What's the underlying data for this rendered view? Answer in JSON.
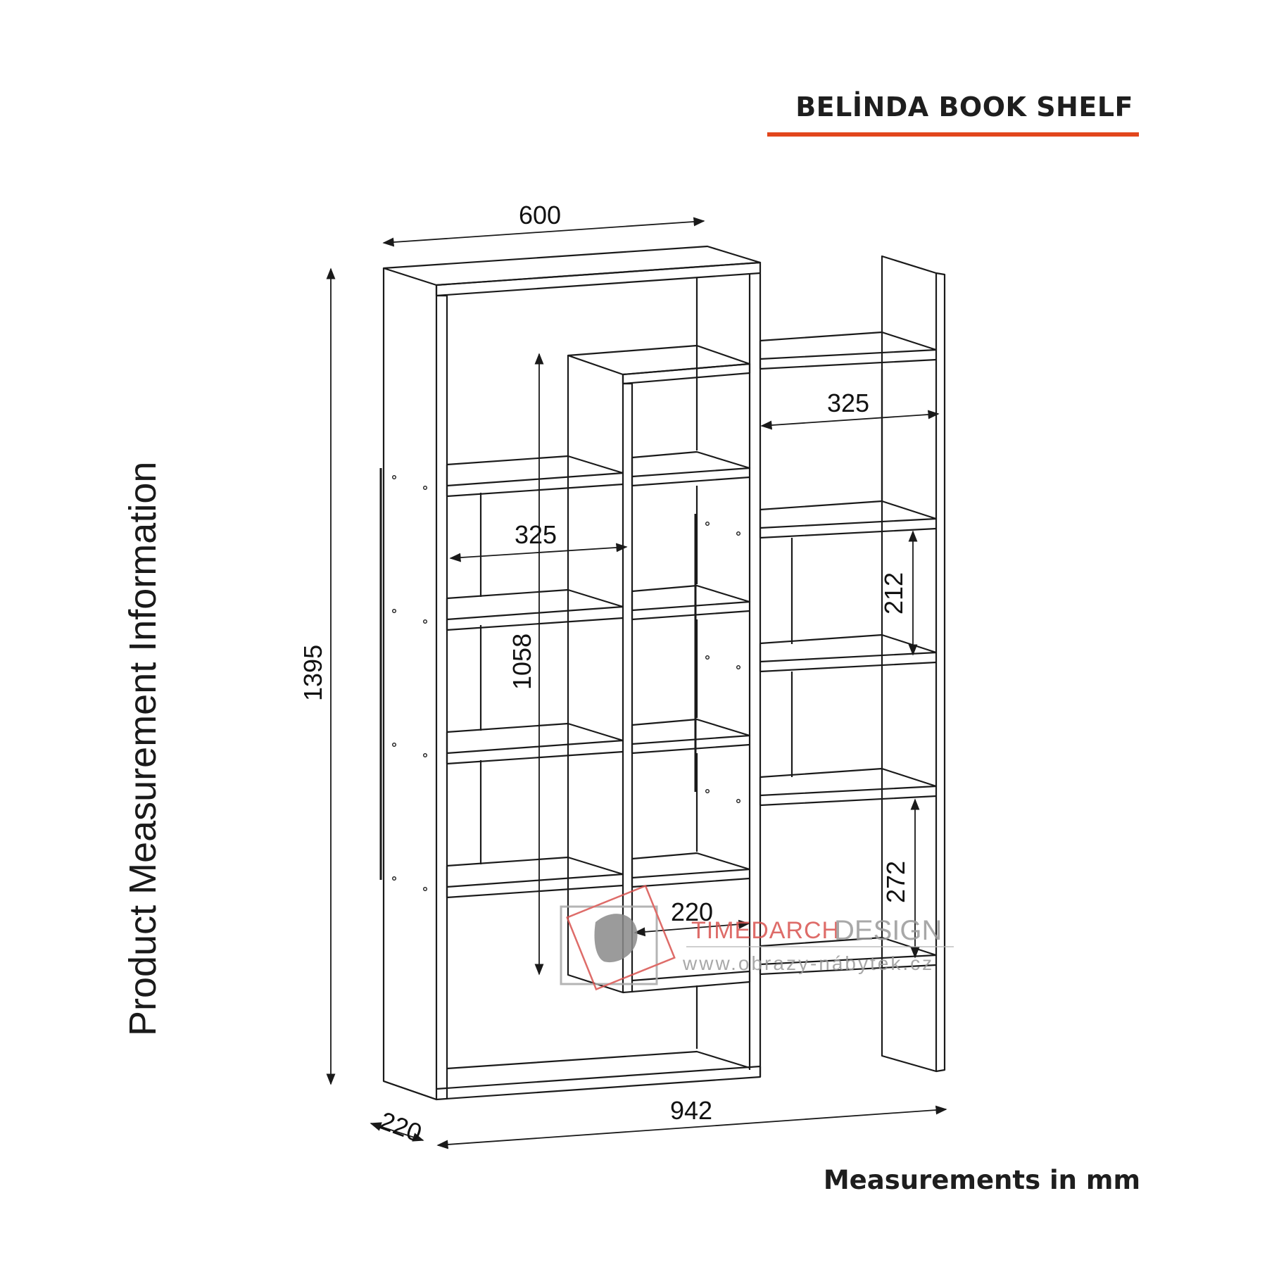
{
  "product": {
    "title": "BELİNDA BOOK SHELF",
    "side_label": "Product Measurement Information",
    "units_note": "Measurements in mm"
  },
  "dimensions": {
    "total_width": "942",
    "main_width": "600",
    "total_height": "1395",
    "middle_height": "1058",
    "depth": "220",
    "middle_depth": "220",
    "right_compartment_width": "325",
    "left_compartment_width": "325",
    "right_shelf_gap": "212",
    "right_lower_gap": "272"
  },
  "watermark": {
    "brand_part1": "TIMEDARCH",
    "brand_part2": "DESIGN",
    "url": "www.obrazy-nábytek.cz"
  },
  "colors": {
    "accent": "#e2461c",
    "line": "#1a1a1a",
    "watermark_red": "#d9534f",
    "watermark_gray": "#9a9a9a"
  }
}
